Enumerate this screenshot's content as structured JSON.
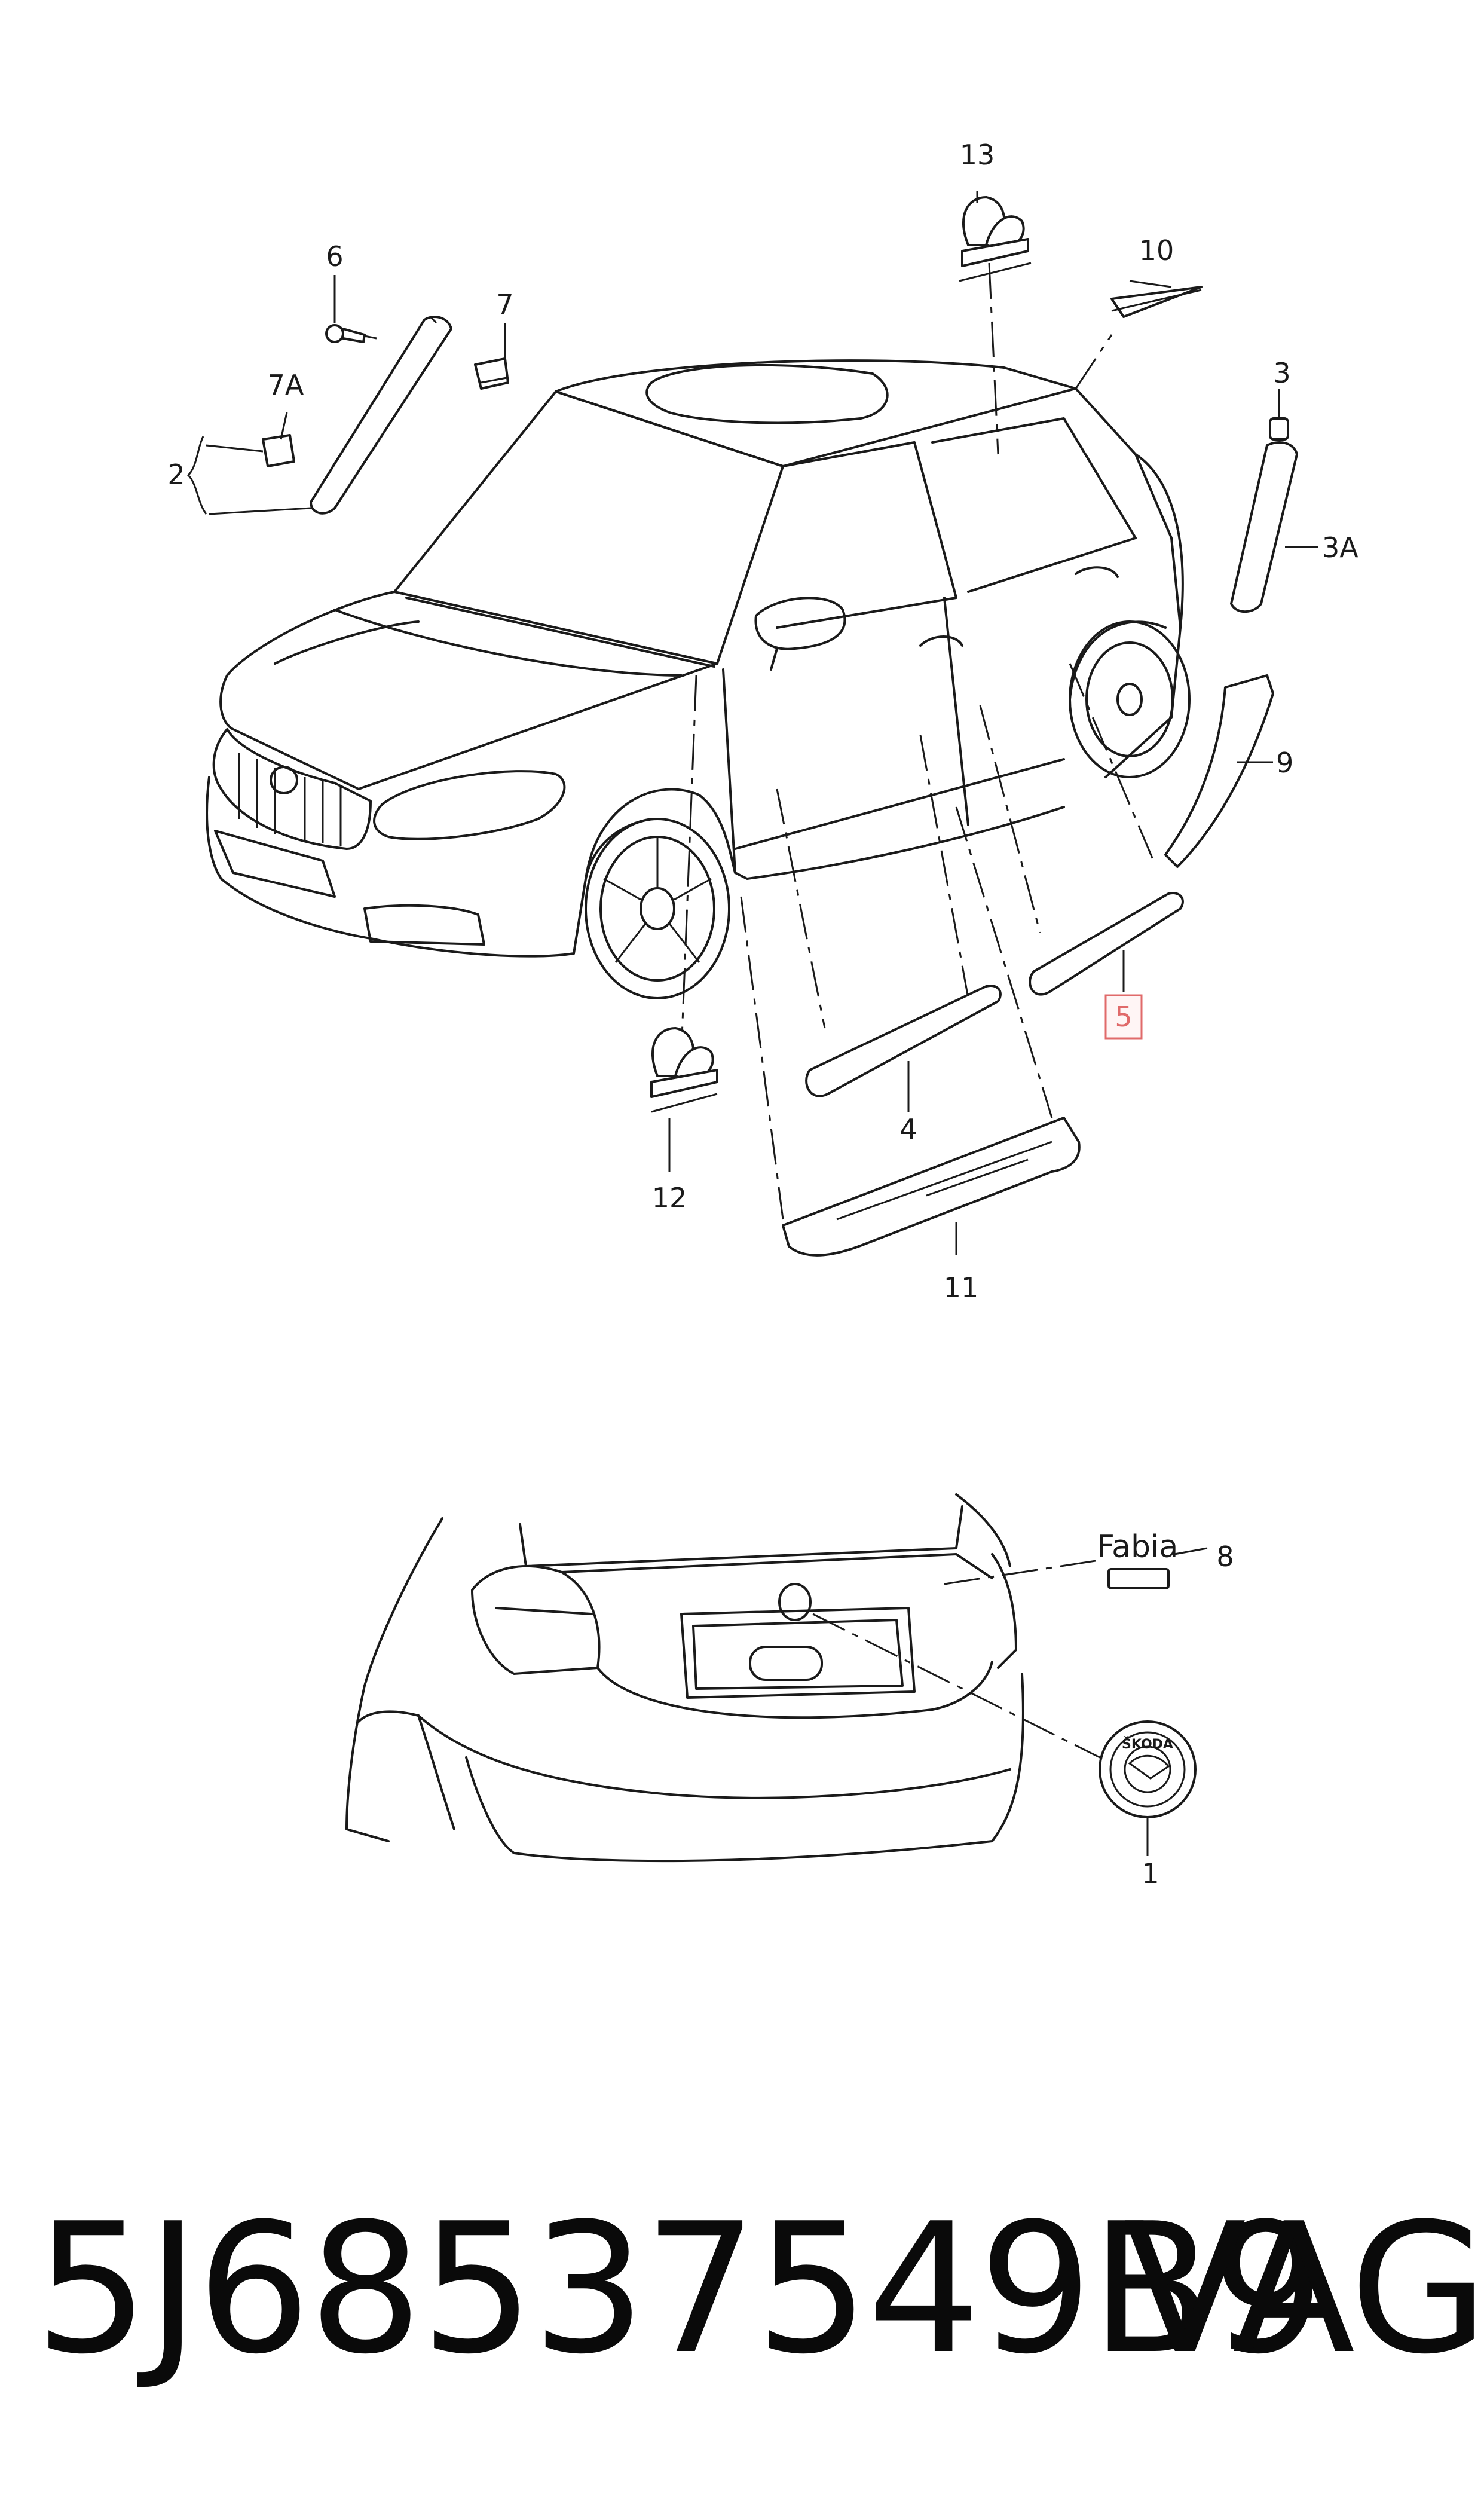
{
  "callouts": {
    "c1": "1",
    "c2": "2",
    "c3": "3",
    "c3a": "3A",
    "c4": "4",
    "c5": "5",
    "c6": "6",
    "c7": "7",
    "c7a": "7A",
    "c8": "8",
    "c9": "9",
    "c10": "10",
    "c11": "11",
    "c12": "12",
    "c13": "13"
  },
  "badge_text": "Fabia",
  "emblem_text": "ŠKODA",
  "highlight_color": "#e06a6a",
  "footer": {
    "part_number": "5J68537549B9",
    "brand": "VAG"
  }
}
